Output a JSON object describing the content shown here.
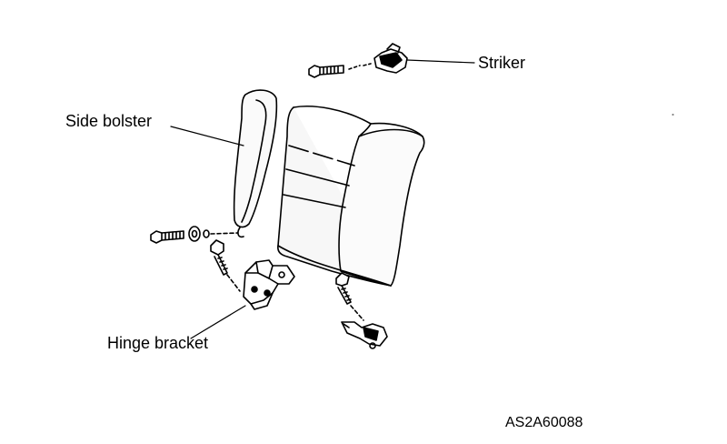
{
  "labels": {
    "striker": "Striker",
    "side_bolster": "Side bolster",
    "hinge_bracket": "Hinge bracket"
  },
  "figure_code": "AS2A60088",
  "colors": {
    "line": "#000000",
    "background": "#ffffff",
    "seat_fill": "#e8e8e8"
  }
}
